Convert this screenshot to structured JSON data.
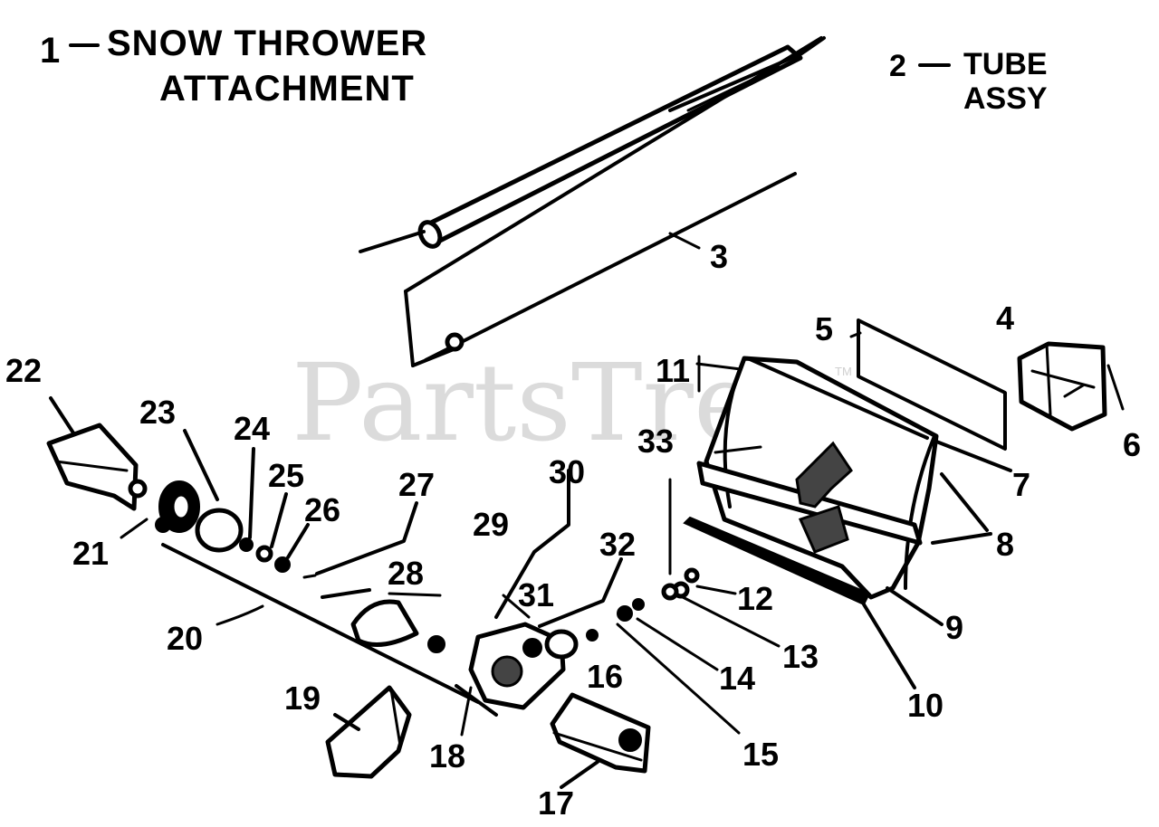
{
  "titles": {
    "attachment_num": "1",
    "attachment_line1": "SNOW THROWER",
    "attachment_line2": "ATTACHMENT",
    "tube_num": "2",
    "tube_line1": "TUBE",
    "tube_line2": "ASSY"
  },
  "watermark": {
    "text": "PartsTree",
    "trademark": "TM"
  },
  "callouts": {
    "p3": "3",
    "p4": "4",
    "p5": "5",
    "p6": "6",
    "p7": "7",
    "p8": "8",
    "p9": "9",
    "p10": "10",
    "p11": "11",
    "p12": "12",
    "p13": "13",
    "p14": "14",
    "p15": "15",
    "p16": "16",
    "p17": "17",
    "p18": "18",
    "p19": "19",
    "p20": "20",
    "p21": "21",
    "p22": "22",
    "p23": "23",
    "p24": "24",
    "p25": "25",
    "p26": "26",
    "p27": "27",
    "p28": "28",
    "p29": "29",
    "p30": "30",
    "p31": "31",
    "p32": "32",
    "p33": "33"
  }
}
